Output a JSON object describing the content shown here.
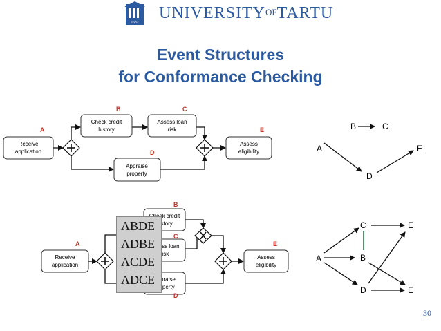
{
  "header": {
    "logo_main": "UNIVERSITY",
    "logo_of": "OF",
    "logo_end": "TARTU",
    "seal_year": "1632"
  },
  "title": {
    "line1": "Event Structures",
    "line2": "for Conformance Checking"
  },
  "page_number": "30",
  "colors": {
    "accent": "#2c5aa0",
    "label_red": "#c0392b",
    "edge_green": "#2e8b57"
  },
  "diagram1": {
    "labels": {
      "a": "A",
      "b": "B",
      "c": "C",
      "d": "D",
      "e": "E"
    },
    "tasks": {
      "receive": [
        "Receive",
        "application"
      ],
      "check": [
        "Check credit",
        "history"
      ],
      "assess_loan": [
        "Assess loan",
        "risk"
      ],
      "appraise": [
        "Appraise",
        "property"
      ],
      "assess_elig": [
        "Assess",
        "eligibility"
      ]
    }
  },
  "graph1": {
    "nodes": {
      "a": "A",
      "b": "B",
      "c": "C",
      "d": "D",
      "e": "E"
    }
  },
  "diagram2": {
    "labels": {
      "a": "A",
      "b": "B",
      "c": "C",
      "d": "D",
      "e": "E"
    },
    "tasks": {
      "receive": [
        "Receive",
        "application"
      ],
      "check": [
        "Check credit",
        "history"
      ],
      "assess_loan": [
        "Assess loan",
        "risk"
      ],
      "appraise": [
        "Appraise",
        "property"
      ],
      "assess_elig": [
        "Assess",
        "eligibility"
      ]
    }
  },
  "traces": [
    "ABDE",
    "ADBE",
    "ACDE",
    "ADCE"
  ],
  "graph2": {
    "nodes": {
      "a": "A",
      "b": "B",
      "c": "C",
      "d": "D",
      "e1": "E",
      "e2": "E"
    }
  }
}
